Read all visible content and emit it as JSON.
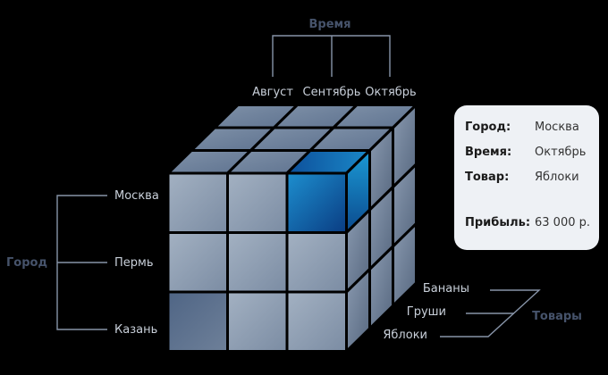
{
  "colors": {
    "background": "#000000",
    "cell_base": "#8fa0b4",
    "highlight": "#1577b8",
    "axis_line": "#8794a8",
    "axis_title": "#46536b",
    "tick_text": "#c9d0da",
    "card_bg": "#eef1f5"
  },
  "axes": {
    "time": {
      "title": "Время",
      "items": [
        "Август",
        "Сентябрь",
        "Октябрь"
      ]
    },
    "city": {
      "title": "Город",
      "items": [
        "Москва",
        "Пермь",
        "Казань"
      ]
    },
    "goods": {
      "title": "Товары",
      "items": [
        "Бананы",
        "Груши",
        "Яблоки"
      ]
    }
  },
  "card": {
    "city_label": "Город:",
    "city_value": "Москва",
    "time_label": "Время:",
    "time_value": "Октябрь",
    "goods_label": "Товар:",
    "goods_value": "Яблоки",
    "profit_label": "Прибыль:",
    "profit_value": "63 000 р."
  }
}
